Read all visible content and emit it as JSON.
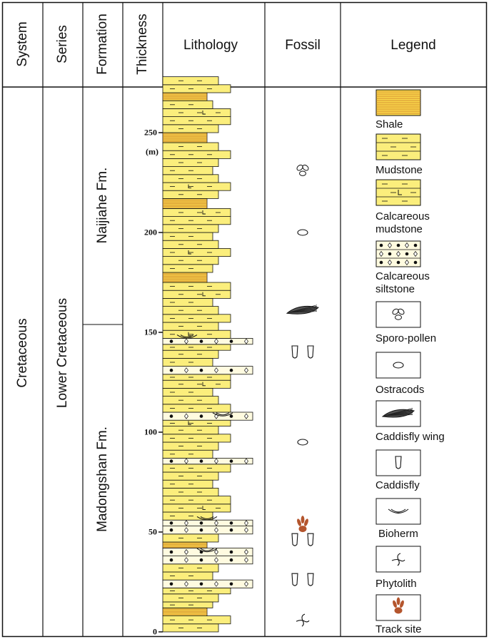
{
  "headers": {
    "system": "System",
    "series": "Series",
    "formation": "Formation",
    "thickness": "Thickness",
    "lithology": "Lithology",
    "fossil": "Fossil",
    "legend": "Legend"
  },
  "system": "Cretaceous",
  "series": "Lower Cretaceous",
  "formations": {
    "upper": "Naijiahe Fm.",
    "lower": "Madongshan Fm."
  },
  "thickness_scale": {
    "unit": "(m)",
    "ticks": [
      0,
      50,
      100,
      150,
      200,
      250
    ]
  },
  "legend": [
    {
      "pattern": "shale",
      "label": "Shale"
    },
    {
      "pattern": "mudstone",
      "label": "Mudstone"
    },
    {
      "pattern": "calc-mudstone",
      "label": "Calcareous\nmudstone"
    },
    {
      "pattern": "calc-siltstone",
      "label": "Calcareous\nsiltstone"
    },
    {
      "pattern": "sporo-pollen",
      "label": "Sporo-pollen"
    },
    {
      "pattern": "ostracods",
      "label": "Ostracods"
    },
    {
      "pattern": "caddisfly-wing",
      "label": "Caddisfly wing"
    },
    {
      "pattern": "caddisfly",
      "label": "Caddisfly"
    },
    {
      "pattern": "bioherm",
      "label": "Bioherm"
    },
    {
      "pattern": "phytolith",
      "label": "Phytolith"
    },
    {
      "pattern": "track-site",
      "label": "Track site"
    }
  ],
  "lithology_beds": [
    {
      "base": 0,
      "top": 4,
      "type": "mudstone"
    },
    {
      "base": 4,
      "top": 8,
      "type": "mudstone"
    },
    {
      "base": 8,
      "top": 12,
      "type": "shale"
    },
    {
      "base": 12,
      "top": 15,
      "type": "mudstone"
    },
    {
      "base": 15,
      "top": 19,
      "type": "mudstone"
    },
    {
      "base": 19,
      "top": 22,
      "type": "mudstone"
    },
    {
      "base": 22,
      "top": 26,
      "type": "calc-siltstone"
    },
    {
      "base": 26,
      "top": 30,
      "type": "mudstone"
    },
    {
      "base": 30,
      "top": 34,
      "type": "mudstone"
    },
    {
      "base": 34,
      "top": 38,
      "type": "calc-siltstone"
    },
    {
      "base": 38,
      "top": 42,
      "type": "calc-siltstone"
    },
    {
      "base": 42,
      "top": 45,
      "type": "shale"
    },
    {
      "base": 45,
      "top": 49,
      "type": "mudstone"
    },
    {
      "base": 49,
      "top": 53,
      "type": "calc-siltstone"
    },
    {
      "base": 53,
      "top": 56,
      "type": "calc-siltstone"
    },
    {
      "base": 56,
      "top": 60,
      "type": "mudstone"
    },
    {
      "base": 60,
      "top": 64,
      "type": "calc-mudstone"
    },
    {
      "base": 64,
      "top": 68,
      "type": "mudstone"
    },
    {
      "base": 68,
      "top": 72,
      "type": "mudstone"
    },
    {
      "base": 72,
      "top": 76,
      "type": "mudstone"
    },
    {
      "base": 76,
      "top": 80,
      "type": "mudstone"
    },
    {
      "base": 80,
      "top": 84,
      "type": "mudstone"
    },
    {
      "base": 84,
      "top": 87,
      "type": "calc-siltstone"
    },
    {
      "base": 87,
      "top": 91,
      "type": "mudstone"
    },
    {
      "base": 91,
      "top": 95,
      "type": "mudstone"
    },
    {
      "base": 95,
      "top": 99,
      "type": "mudstone"
    },
    {
      "base": 99,
      "top": 103,
      "type": "mudstone"
    },
    {
      "base": 103,
      "top": 106,
      "type": "calc-mudstone"
    },
    {
      "base": 106,
      "top": 110,
      "type": "calc-siltstone"
    },
    {
      "base": 110,
      "top": 114,
      "type": "mudstone"
    },
    {
      "base": 114,
      "top": 118,
      "type": "mudstone"
    },
    {
      "base": 118,
      "top": 122,
      "type": "mudstone"
    },
    {
      "base": 122,
      "top": 126,
      "type": "calc-mudstone"
    },
    {
      "base": 126,
      "top": 129,
      "type": "mudstone"
    },
    {
      "base": 129,
      "top": 133,
      "type": "calc-siltstone"
    },
    {
      "base": 133,
      "top": 137,
      "type": "mudstone"
    },
    {
      "base": 137,
      "top": 141,
      "type": "mudstone"
    },
    {
      "base": 141,
      "top": 144,
      "type": "mudstone"
    },
    {
      "base": 144,
      "top": 147,
      "type": "calc-siltstone"
    },
    {
      "base": 147,
      "top": 151,
      "type": "calc-mudstone"
    },
    {
      "base": 151,
      "top": 155,
      "type": "mudstone"
    },
    {
      "base": 155,
      "top": 159,
      "type": "mudstone"
    },
    {
      "base": 159,
      "top": 163,
      "type": "mudstone"
    },
    {
      "base": 163,
      "top": 167,
      "type": "mudstone"
    },
    {
      "base": 167,
      "top": 171,
      "type": "calc-mudstone"
    },
    {
      "base": 171,
      "top": 175,
      "type": "mudstone"
    },
    {
      "base": 175,
      "top": 180,
      "type": "shale"
    },
    {
      "base": 180,
      "top": 184,
      "type": "mudstone"
    },
    {
      "base": 184,
      "top": 188,
      "type": "mudstone"
    },
    {
      "base": 188,
      "top": 192,
      "type": "calc-mudstone"
    },
    {
      "base": 192,
      "top": 196,
      "type": "mudstone"
    },
    {
      "base": 196,
      "top": 200,
      "type": "mudstone"
    },
    {
      "base": 200,
      "top": 204,
      "type": "mudstone"
    },
    {
      "base": 204,
      "top": 208,
      "type": "mudstone"
    },
    {
      "base": 208,
      "top": 212,
      "type": "calc-mudstone"
    },
    {
      "base": 212,
      "top": 217,
      "type": "shale"
    },
    {
      "base": 217,
      "top": 221,
      "type": "mudstone"
    },
    {
      "base": 221,
      "top": 225,
      "type": "calc-mudstone"
    },
    {
      "base": 225,
      "top": 229,
      "type": "mudstone"
    },
    {
      "base": 229,
      "top": 233,
      "type": "mudstone"
    },
    {
      "base": 233,
      "top": 237,
      "type": "mudstone"
    },
    {
      "base": 237,
      "top": 241,
      "type": "mudstone"
    },
    {
      "base": 241,
      "top": 245,
      "type": "mudstone"
    },
    {
      "base": 245,
      "top": 250,
      "type": "shale"
    },
    {
      "base": 250,
      "top": 254,
      "type": "mudstone"
    },
    {
      "base": 254,
      "top": 258,
      "type": "mudstone"
    },
    {
      "base": 258,
      "top": 262,
      "type": "calc-mudstone"
    },
    {
      "base": 262,
      "top": 266,
      "type": "mudstone"
    },
    {
      "base": 266,
      "top": 270,
      "type": "shale"
    },
    {
      "base": 270,
      "top": 274,
      "type": "mudstone"
    },
    {
      "base": 274,
      "top": 278,
      "type": "mudstone"
    }
  ],
  "bioherms": [
    41,
    57,
    109,
    148
  ],
  "fossils": [
    {
      "level": 6,
      "type": "phytolith"
    },
    {
      "level": 26,
      "type": "caddisfly"
    },
    {
      "level": 46,
      "type": "caddisfly"
    },
    {
      "level": 53,
      "type": "track-site"
    },
    {
      "level": 95,
      "type": "ostracods"
    },
    {
      "level": 140,
      "type": "caddisfly"
    },
    {
      "level": 161,
      "type": "caddisfly-wing"
    },
    {
      "level": 200,
      "type": "ostracods"
    },
    {
      "level": 231,
      "type": "sporo-pollen"
    }
  ],
  "colors": {
    "yellow": "#FBEE7C",
    "shale_yellow": "#F9D64A",
    "shale_line": "#C8782A",
    "silt": "#FFFBE0",
    "track": "#B4552D",
    "line": "#111111"
  }
}
